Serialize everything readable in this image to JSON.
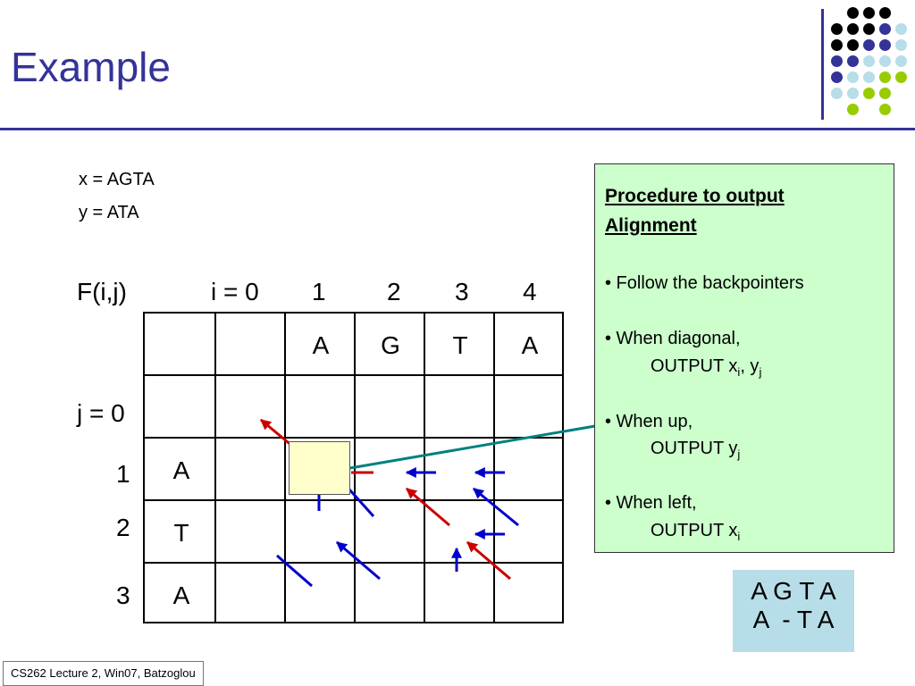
{
  "slide": {
    "title": "Example",
    "footer": "CS262 Lecture 2, Win07, Batzoglou"
  },
  "sequences": {
    "x_line": "x = AGTA",
    "y_line": "y = ATA"
  },
  "matrix": {
    "label": "F(i,j)",
    "col_indices": [
      "i = 0",
      "1",
      "2",
      "3",
      "4"
    ],
    "row_indices": [
      "j = 0",
      "1",
      "2",
      "3"
    ],
    "x_letters": [
      "A",
      "G",
      "T",
      "A"
    ],
    "y_letters": [
      "A",
      "T",
      "A"
    ]
  },
  "procedure": {
    "heading_line1": "Procedure to output",
    "heading_line2": "Alignment",
    "bullet1": "• Follow the backpointers",
    "bullet2": "• When diagonal,",
    "bullet2_out": "OUTPUT x",
    "bullet2_sub1": "i",
    "bullet2_sep": ", y",
    "bullet2_sub2": "j",
    "bullet3": "• When up,",
    "bullet3_out": "OUTPUT y",
    "bullet3_sub": "j",
    "bullet4": "• When left,",
    "bullet4_out": "OUTPUT x",
    "bullet4_sub": "i"
  },
  "alignment": {
    "top": "A G T A",
    "bottom": "A  - T A"
  },
  "colors": {
    "title": "#333399",
    "box_green": "#ccffcc",
    "result_blue": "#b7dde8",
    "arrow_blue": "#0000cc",
    "arrow_red": "#cc0000",
    "connector": "#008080",
    "dot_black": "#000000",
    "dot_purple": "#333399",
    "dot_lightblue": "#b7dde8",
    "dot_lime": "#99cc00"
  }
}
